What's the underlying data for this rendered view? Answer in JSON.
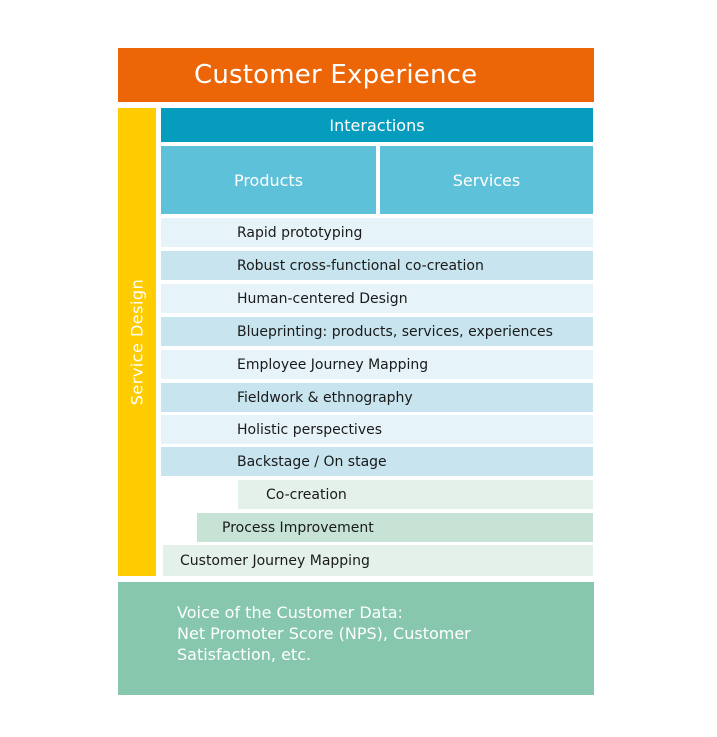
{
  "header": {
    "title": "Customer Experience"
  },
  "sidebar": {
    "label": "Service Design"
  },
  "interactions": {
    "label": "Interactions"
  },
  "columns": [
    {
      "label": "Products"
    },
    {
      "label": "Services"
    }
  ],
  "rows": [
    {
      "label": "Rapid prototyping"
    },
    {
      "label": "Robust cross-functional co-creation"
    },
    {
      "label": "Human-centered Design"
    },
    {
      "label": "Blueprinting: products, services, experiences"
    },
    {
      "label": "Employee Journey Mapping"
    },
    {
      "label": "Fieldwork & ethnography"
    },
    {
      "label": "Holistic perspectives"
    },
    {
      "label": "Backstage / On stage"
    },
    {
      "label": "Co-creation"
    },
    {
      "label": "Process Improvement"
    },
    {
      "label": "Customer Journey Mapping"
    }
  ],
  "footer": {
    "lines": [
      "Voice of the Customer Data:",
      "Net Promoter Score (NPS), Customer",
      "Satisfaction, etc."
    ]
  },
  "colors": {
    "customer_experience": "#ec6608",
    "service_design": "#fecc00",
    "interactions": "#069cbd",
    "products_services": "#5ec1da",
    "voice_of_customer": "#86c7ae"
  }
}
